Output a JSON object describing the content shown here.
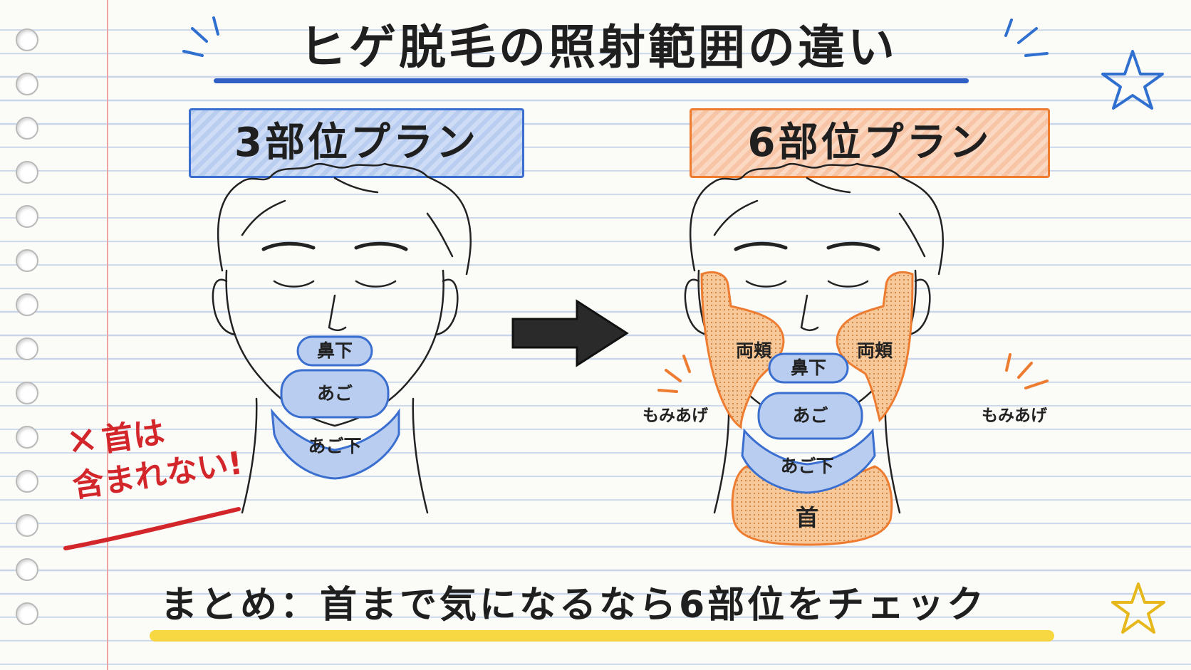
{
  "title": "ヒゲ脱毛の照射範囲の違い",
  "plans": {
    "left": {
      "name": "3部位プラン",
      "zones": {
        "nose_under": "鼻下",
        "chin": "あご",
        "under_chin": "あご下"
      }
    },
    "right": {
      "name": "6部位プラン",
      "zones": {
        "cheek_left": "両頬",
        "cheek_right": "両頬",
        "nose_under": "鼻下",
        "chin": "あご",
        "under_chin": "あご下",
        "neck": "首",
        "sideburn_left": "もみあげ",
        "sideburn_right": "もみあげ"
      }
    }
  },
  "note": {
    "mark": "✕",
    "line1": "首は",
    "line2": "含まれない!"
  },
  "summary": "まとめ：首まで気になるなら6部位をチェック",
  "colors": {
    "left_accent": "#3a6fd0",
    "right_accent": "#ee7c30",
    "note_red": "#d3262b",
    "summary_highlight": "#f6d32d"
  }
}
